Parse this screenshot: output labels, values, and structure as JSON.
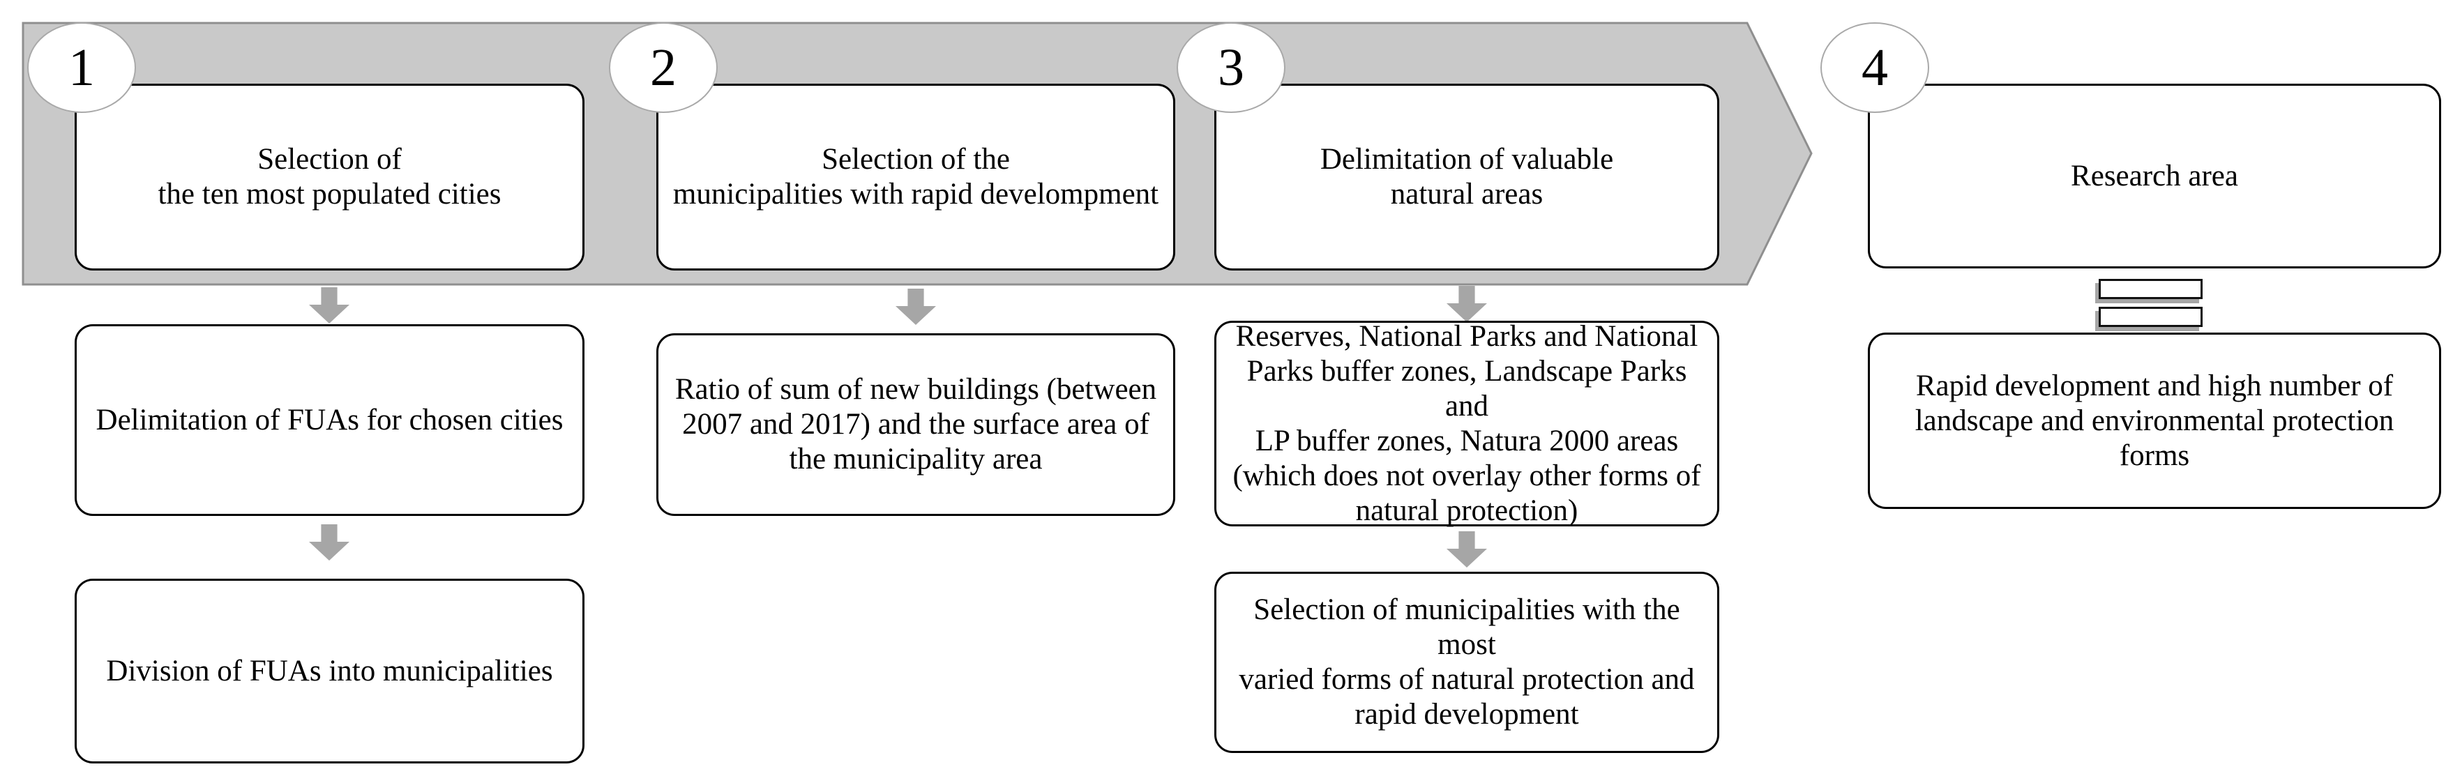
{
  "diagram": {
    "type": "flowchart",
    "steps": [
      {
        "number": "1",
        "title": "Selection of\nthe ten most populated  cities",
        "children": [
          "Delimitation  of FUAs for chosen cities",
          "Division  of FUAs into municipalities"
        ]
      },
      {
        "number": "2",
        "title": "Selection of the\nmunicipalities  with rapid develompment",
        "children": [
          "Ratio of sum of new buildings  (between\n2007  and 2017)  and the surface area of\nthe municipality  area"
        ]
      },
      {
        "number": "3",
        "title": "Delimitation  of valuable\nnatural areas",
        "children": [
          "Reserves, National Parks and National\nParks buffer zones, Landscape Parks and\nLP buffer zones,  Natura 2000  areas\n(which does not overlay  other forms of\nnatural protection)",
          "Selection of municipalities  with the most\nvaried forms of natural protection  and\nrapid development"
        ]
      },
      {
        "number": "4",
        "title": "Research area",
        "children": [
          "Rapid development and high  number of\nlandscape and environmental  protection forms"
        ]
      }
    ],
    "connectors": {
      "banner": "right-pointing process arrow spanning steps 1-3",
      "down_arrow": "down-arrow",
      "equals": "equals"
    },
    "colors": {
      "banner_fill": "#c9c9c9",
      "banner_border": "#8f8f8f",
      "connector_gray": "#a6a6a6",
      "box_border": "#000000",
      "box_fill": "#ffffff",
      "badge_border": "#a9a9a9"
    }
  }
}
